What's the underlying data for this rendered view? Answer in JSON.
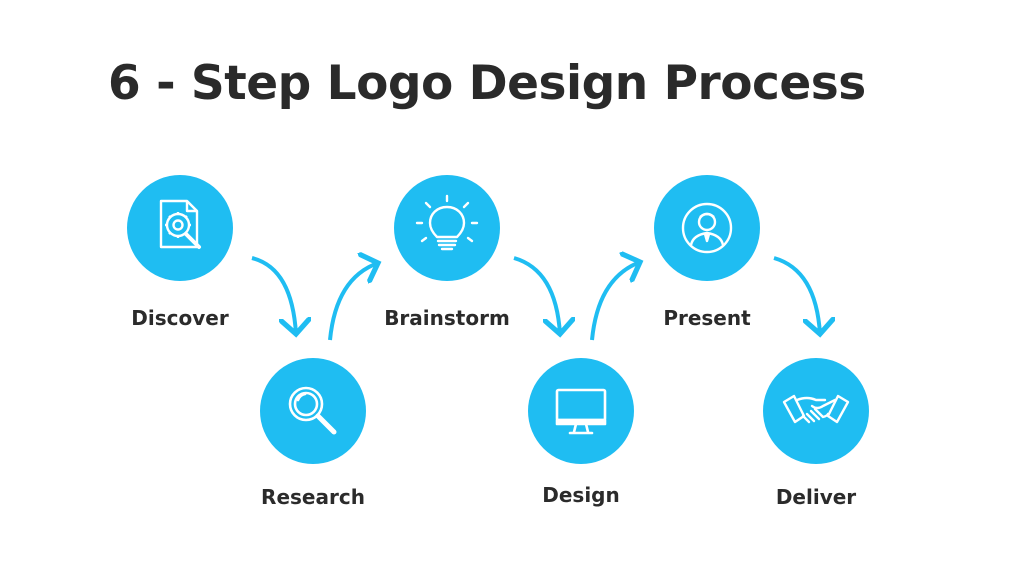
{
  "title": "6 - Step Logo Design Process",
  "colors": {
    "accent": "#1fbdf2",
    "text": "#2b2b2b",
    "icon_line": "#ffffff"
  },
  "steps": [
    {
      "label": "Discover",
      "icon": "document-gear-magnifier-icon"
    },
    {
      "label": "Research",
      "icon": "magnifier-icon"
    },
    {
      "label": "Brainstorm",
      "icon": "lightbulb-icon"
    },
    {
      "label": "Design",
      "icon": "monitor-icon"
    },
    {
      "label": "Present",
      "icon": "person-avatar-icon"
    },
    {
      "label": "Deliver",
      "icon": "handshake-icon"
    }
  ]
}
